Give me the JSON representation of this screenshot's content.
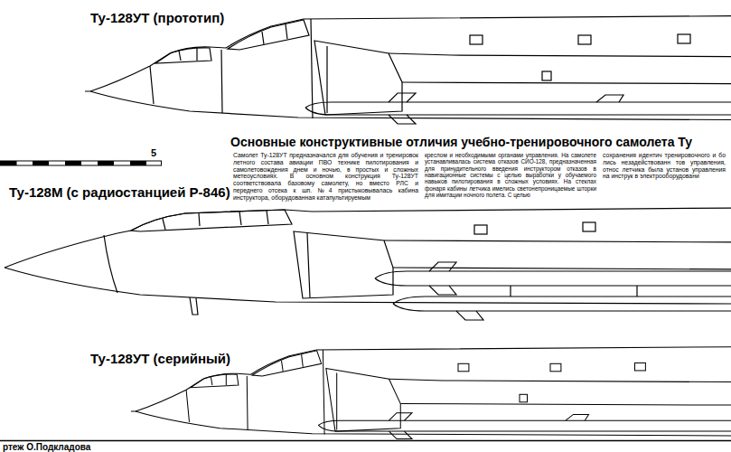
{
  "diagram": {
    "title": "Основные конструктивные отличия учебно-тренировочного самолета Ту",
    "labels": [
      "Ту-128УТ (прототип)",
      "5",
      "Самолет Ту-128УТ предназначался для обучения и тренировок летного состава авиации ПВО технике пилотирования и самолетовождения днем и ночью, в простых и сложных метеоусловиях. В основном конструкция Ту-128УТ соответствовала базовому самолету, но вместо РЛС и переднего отсека к шп. №4 пристыковывалась кабина инструктора, оборудованная катапультируемым",
      "креслом и необходимыми органами управления. На самолете устанавливалась система отказов СИО-128, предназначенная для принудительного введения инструктором отказов в навигационные системы с целью выработки у обучаемого навыков пилотирования в сложных условиях. На стеклах фонаря кабины летчика имелись светонепроницаемые шторки для имитации ночного полета. С целью",
      "сохранения идентич тренировочного и бо лись незадействованн тов управления, относ летчика была установ управления на инструк в электрооборудовани",
      "Ту-128М (с радиостанцией Р-846)",
      "Ту-128УТ (серийный)",
      "ртеж О.Подкладова"
    ]
  }
}
